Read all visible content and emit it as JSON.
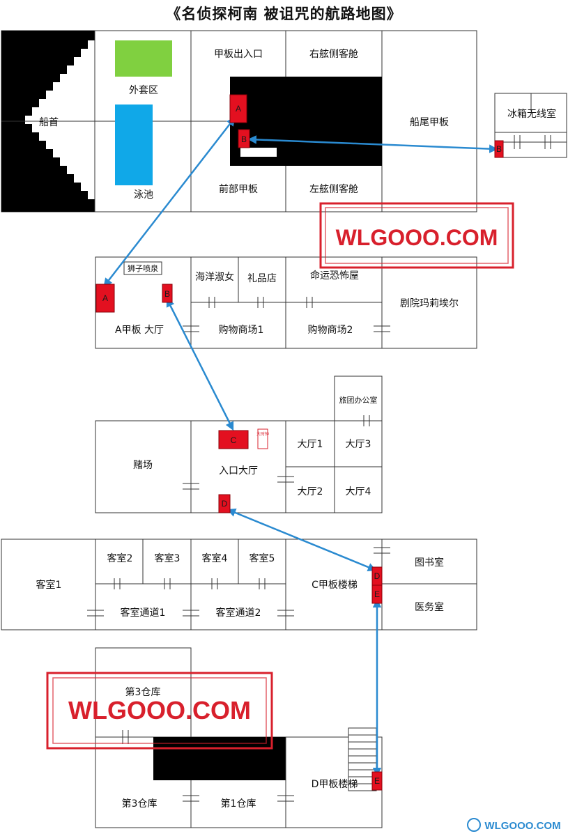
{
  "title": "《名侦探柯南 被诅咒的航路地图》",
  "floors": {
    "top": {
      "bow": "船首",
      "coat_area": "外套区",
      "pool": "泳池",
      "deck_entrance": "甲板出入口",
      "starboard_cabin": "右舷侧客舱",
      "front_deck": "前部甲板",
      "port_cabin": "左舷侧客舱",
      "stern_deck": "船尾甲板",
      "fridge_radio_room": "冰箱无线室"
    },
    "a_deck": {
      "lion_fountain": "狮子喷泉",
      "mermaid": "海洋淑女",
      "gift_shop": "礼品店",
      "horror_house": "命运恐怖屋",
      "theater": "剧院玛莉埃尔",
      "a_deck_hall": "A甲板 大厅",
      "mall1": "购物商场1",
      "mall2": "购物商场2"
    },
    "b_deck": {
      "casino": "赌场",
      "entrance_hall": "入口大厅",
      "hall1": "大厅1",
      "hall2": "大厅2",
      "hall3": "大厅3",
      "hall4": "大厅4",
      "tour_office": "旅团办公室",
      "clock_sign": "大时钟"
    },
    "c_deck": {
      "room1": "客室1",
      "room2": "客室2",
      "room3": "客室3",
      "room4": "客室4",
      "room5": "客室5",
      "corridor1": "客室通道1",
      "corridor2": "客室通道2",
      "c_stairs": "C甲板楼梯",
      "library": "图书室",
      "infirmary": "医务室"
    },
    "d_deck": {
      "warehouse3_top": "第3仓库",
      "warehouse3": "第3仓库",
      "warehouse1": "第1仓库",
      "d_stairs": "D甲板楼梯"
    }
  },
  "markers": {
    "a": "A",
    "b": "B",
    "c": "C",
    "d": "D",
    "e": "E"
  },
  "watermark": {
    "text": "WLGOOO.COM",
    "logo_text": "WLGOOO.COM"
  },
  "colors": {
    "marker_red": "#e31020",
    "route_blue": "#2a8ad0",
    "coat_green": "#80d040",
    "pool_blue": "#10a8e8",
    "watermark_red": "#d8202c",
    "block_black": "#000000"
  }
}
